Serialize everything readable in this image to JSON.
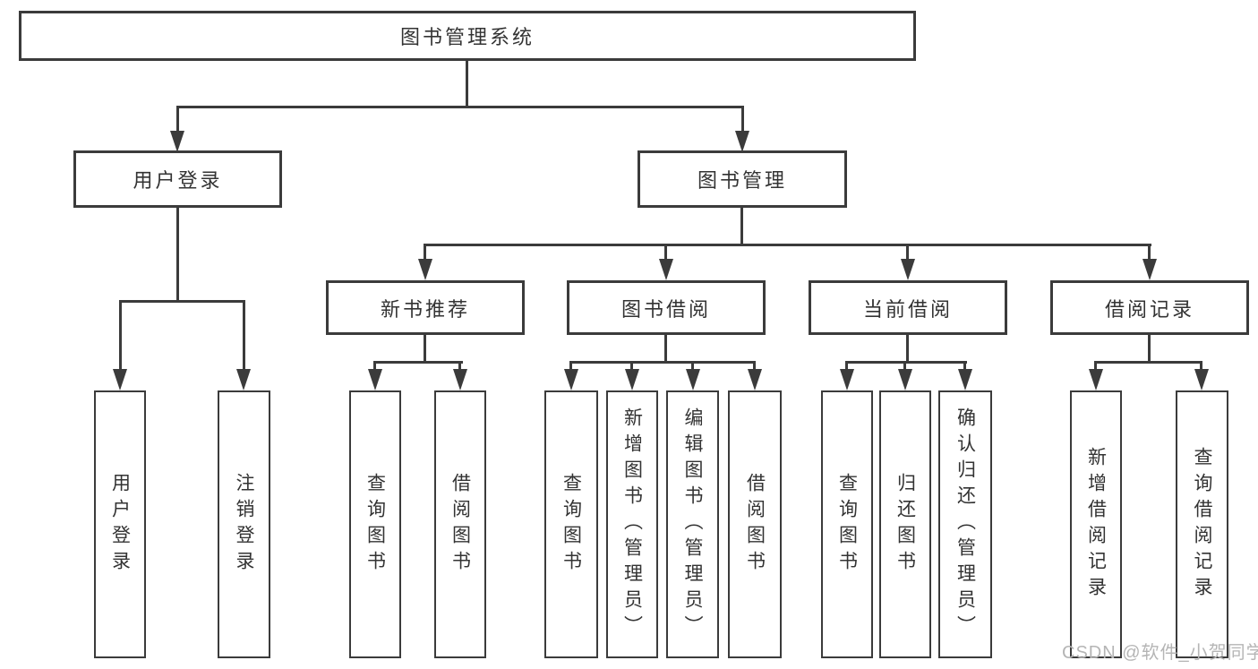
{
  "diagram": {
    "root": {
      "label": "图书管理系统"
    },
    "level2": [
      {
        "label": "用户登录"
      },
      {
        "label": "图书管理"
      }
    ],
    "level3": [
      {
        "label": "新书推荐"
      },
      {
        "label": "图书借阅"
      },
      {
        "label": "当前借阅"
      },
      {
        "label": "借阅记录"
      }
    ],
    "leaves": [
      {
        "label": "用户登录",
        "parent": "用户登录"
      },
      {
        "label": "注销登录",
        "parent": "用户登录"
      },
      {
        "label": "查询图书",
        "parent": "新书推荐"
      },
      {
        "label": "借阅图书",
        "parent": "新书推荐"
      },
      {
        "label": "查询图书",
        "parent": "图书借阅"
      },
      {
        "label": "新增图书（管理员）",
        "parent": "图书借阅"
      },
      {
        "label": "编辑图书（管理员）",
        "parent": "图书借阅"
      },
      {
        "label": "借阅图书",
        "parent": "图书借阅"
      },
      {
        "label": "查询图书",
        "parent": "当前借阅"
      },
      {
        "label": "归还图书",
        "parent": "当前借阅"
      },
      {
        "label": "确认归还（管理员）",
        "parent": "当前借阅"
      },
      {
        "label": "新增借阅记录",
        "parent": "借阅记录"
      },
      {
        "label": "查询借阅记录",
        "parent": "借阅记录"
      }
    ],
    "colors": {
      "line": "#3b3b3b",
      "text": "#333333",
      "background": "#ffffff",
      "watermark": "#b5b5b5"
    }
  },
  "watermark": {
    "text": "CSDN @软件_小贺同学"
  }
}
